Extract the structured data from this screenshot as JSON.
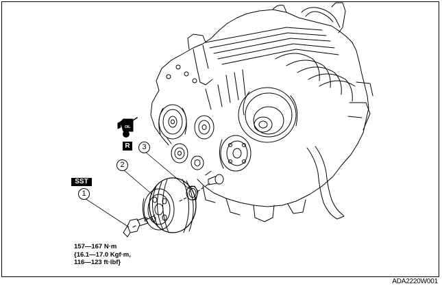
{
  "labels": {
    "sst_badge": "SST",
    "r_badge": "R",
    "oil_icon_text": "OIL",
    "callout_1": "1",
    "callout_2": "2",
    "callout_3": "3",
    "torque_line_1": "157—167 N·m",
    "torque_line_2": "{16.1—17.0 Kgf·m,",
    "torque_line_3": "116—123 ft·lbf}",
    "figure_code": "ADA2220W001"
  },
  "icons": {
    "oil_can": "oil-can-icon",
    "replace_part": "replace-part-badge"
  },
  "colors": {
    "line": "#000000",
    "background": "#ffffff"
  }
}
